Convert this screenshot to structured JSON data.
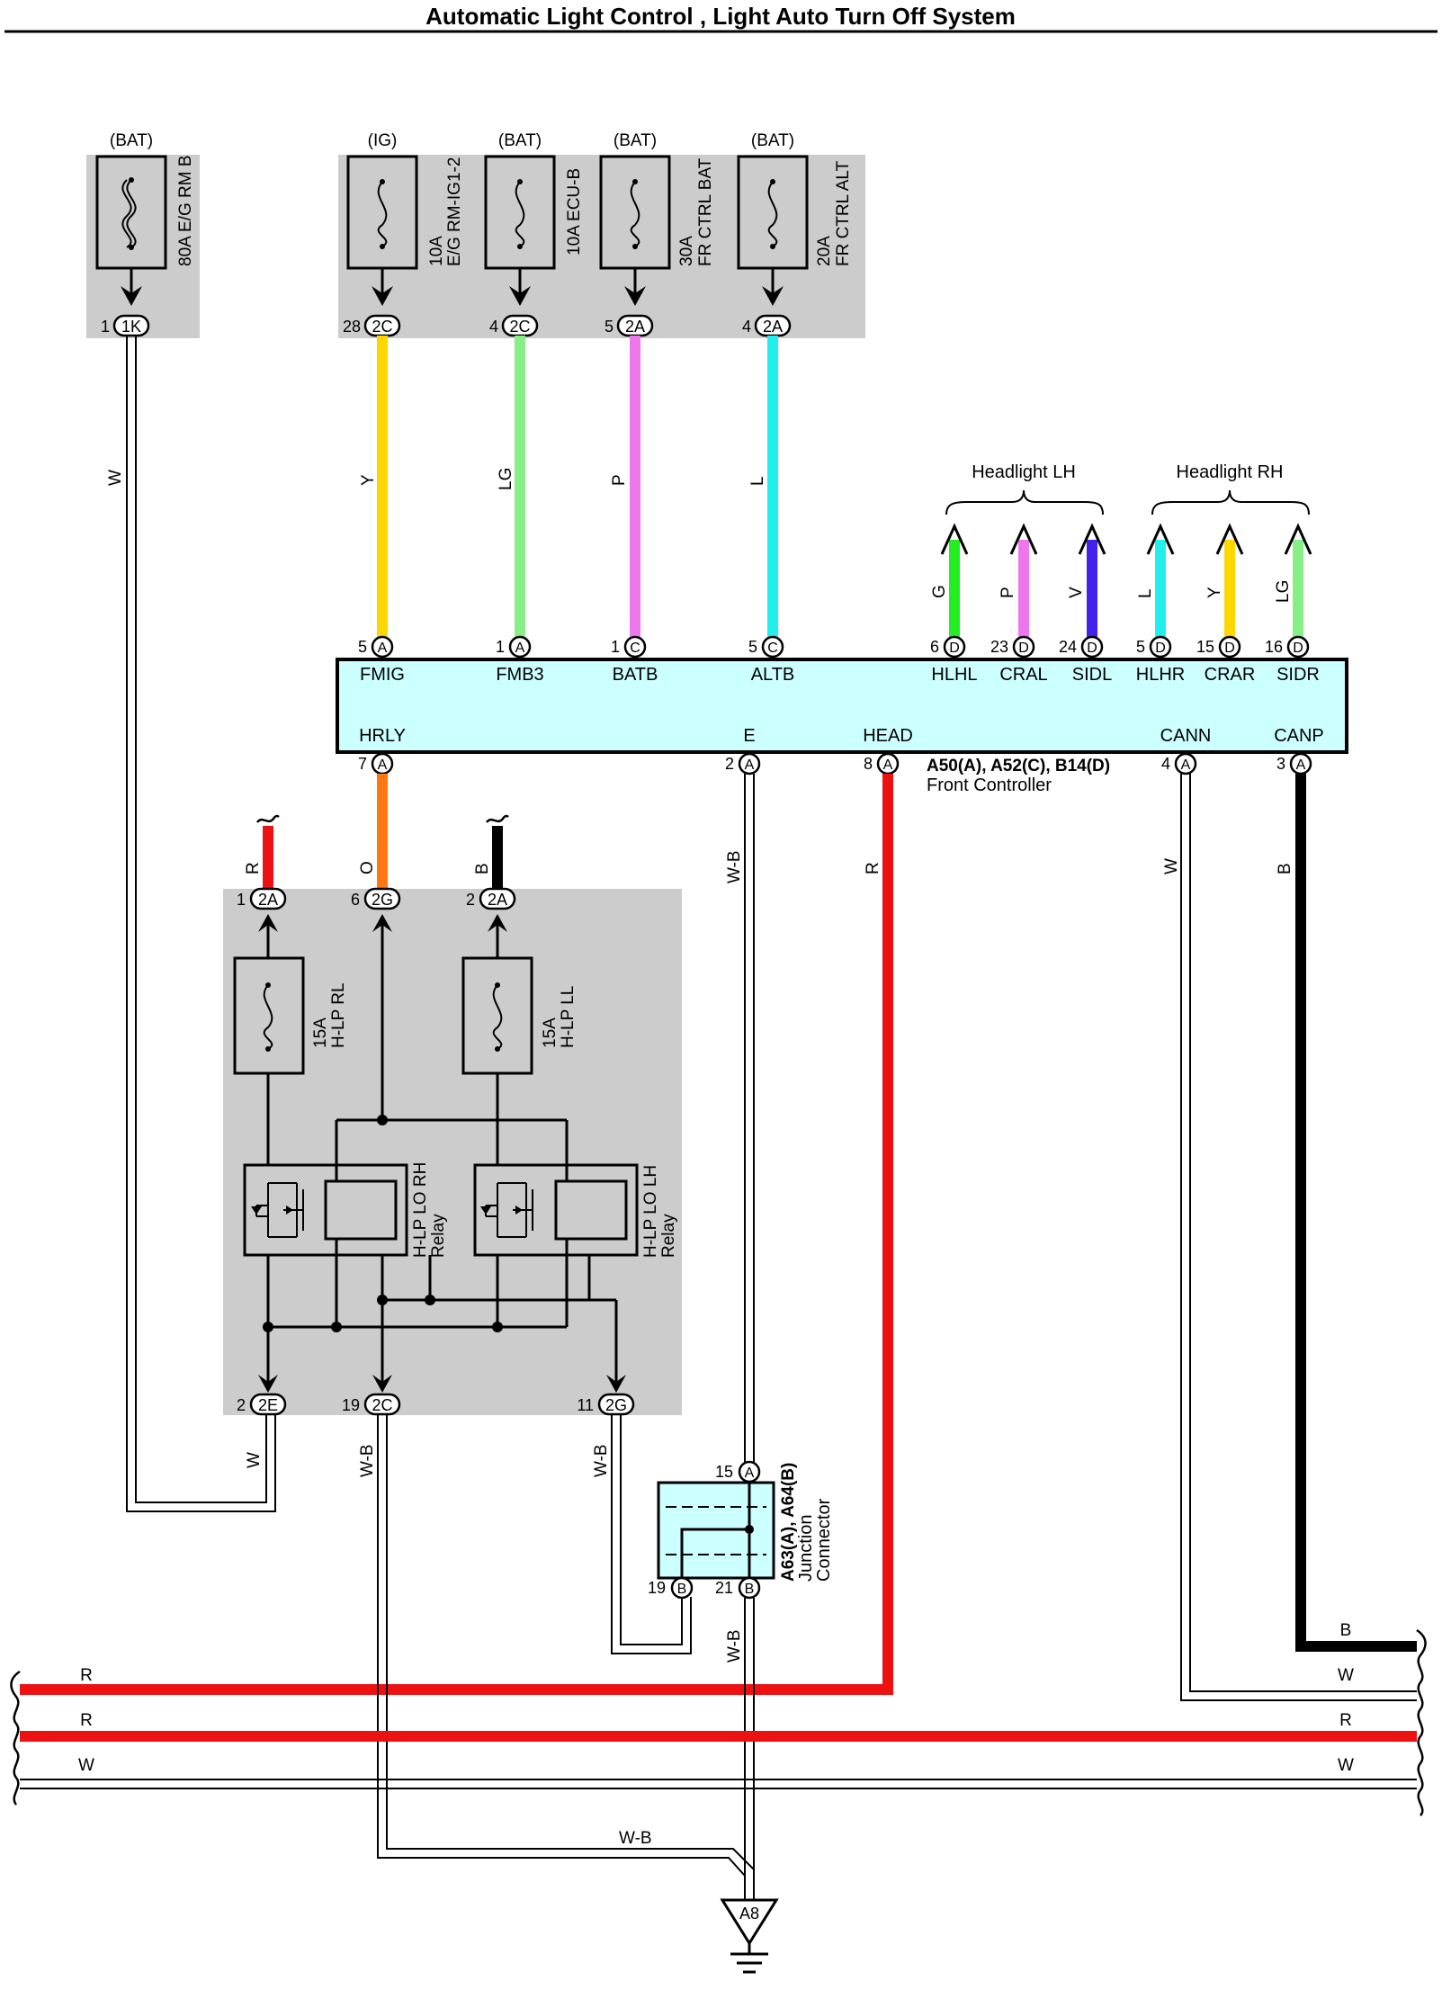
{
  "title": "Automatic Light Control , Light Auto Turn Off System",
  "fuses": [
    {
      "supply": "(BAT)",
      "label_lines": [
        "80A E/G RM B"
      ],
      "pin": "1",
      "connector": "1K"
    },
    {
      "supply": "(IG)",
      "label_lines": [
        "10A",
        "E/G RM-IG1-2"
      ],
      "pin": "28",
      "connector": "2C"
    },
    {
      "supply": "(BAT)",
      "label_lines": [
        "10A ECU-B"
      ],
      "pin": "4",
      "connector": "2C"
    },
    {
      "supply": "(BAT)",
      "label_lines": [
        "30A",
        "FR CTRL BAT"
      ],
      "pin": "5",
      "connector": "2A"
    },
    {
      "supply": "(BAT)",
      "label_lines": [
        "20A",
        "FR CTRL ALT"
      ],
      "pin": "4",
      "connector": "2A"
    }
  ],
  "wire_colors": {
    "W": "#ffffff",
    "Y": "#ffd700",
    "LG": "#88ee88",
    "P": "#ee77ee",
    "L": "#22eeee",
    "G": "#22ee22",
    "V": "#4422ee",
    "R": "#ee1111",
    "O": "#ff7711",
    "B": "#000000",
    "W-B": "#ffffff"
  },
  "wire_codes": {
    "w1": "W",
    "fmig": "Y",
    "fmb3": "LG",
    "batb": "P",
    "altb": "L",
    "hlhl": "G",
    "cral": "P",
    "sidl": "V",
    "hlhr": "L",
    "crar": "Y",
    "sidr": "LG",
    "relay_r": "R",
    "hrly": "O",
    "relay_b": "B",
    "e": "W-B",
    "head": "R",
    "cann": "W",
    "canp": "B",
    "fuse1_out": "W",
    "rl_2c": "W-B",
    "rl_2g": "W-B",
    "jc_out": "W-B",
    "bus_b": "B",
    "bus_w1": "W",
    "bus_r1": "R",
    "bus_r2": "R",
    "bus_w2": "W",
    "bus_r2_right": "R",
    "bus_w2_right": "W",
    "ground_wb": "W-B"
  },
  "front_controller": {
    "top_pins": [
      {
        "num": "5",
        "conn": "A",
        "signal": "FMIG"
      },
      {
        "num": "1",
        "conn": "A",
        "signal": "FMB3"
      },
      {
        "num": "1",
        "conn": "C",
        "signal": "BATB"
      },
      {
        "num": "5",
        "conn": "C",
        "signal": "ALTB"
      },
      {
        "num": "6",
        "conn": "D",
        "signal": "HLHL"
      },
      {
        "num": "23",
        "conn": "D",
        "signal": "CRAL"
      },
      {
        "num": "24",
        "conn": "D",
        "signal": "SIDL"
      },
      {
        "num": "5",
        "conn": "D",
        "signal": "HLHR"
      },
      {
        "num": "15",
        "conn": "D",
        "signal": "CRAR"
      },
      {
        "num": "16",
        "conn": "D",
        "signal": "SIDR"
      }
    ],
    "bottom_pins": [
      {
        "num": "7",
        "conn": "A",
        "signal": "HRLY"
      },
      {
        "num": "2",
        "conn": "A",
        "signal": "E"
      },
      {
        "num": "8",
        "conn": "A",
        "signal": "HEAD"
      },
      {
        "num": "4",
        "conn": "A",
        "signal": "CANN"
      },
      {
        "num": "3",
        "conn": "A",
        "signal": "CANP"
      }
    ],
    "name": "A50(A), A52(C), B14(D)",
    "description": "Front Controller"
  },
  "headlight_lh": "Headlight LH",
  "headlight_rh": "Headlight RH",
  "relay_block": {
    "top_pins": [
      {
        "num": "1",
        "conn": "2A"
      },
      {
        "num": "6",
        "conn": "2G"
      },
      {
        "num": "2",
        "conn": "2A"
      }
    ],
    "bottom_pins": [
      {
        "num": "2",
        "conn": "2E"
      },
      {
        "num": "19",
        "conn": "2C"
      },
      {
        "num": "11",
        "conn": "2G"
      }
    ],
    "fuse_rl": [
      "15A",
      "H-LP RL"
    ],
    "fuse_ll": [
      "15A",
      "H-LP LL"
    ],
    "relay_rh": [
      "H-LP LO RH",
      "Relay"
    ],
    "relay_lh": [
      "H-LP LO LH",
      "Relay"
    ]
  },
  "junction": {
    "name": "A63(A), A64(B)",
    "line1": "Junction",
    "line2": "Connector",
    "pins": [
      {
        "num": "15",
        "conn": "A"
      },
      {
        "num": "19",
        "conn": "B"
      },
      {
        "num": "21",
        "conn": "B"
      }
    ]
  },
  "ground": "A8"
}
